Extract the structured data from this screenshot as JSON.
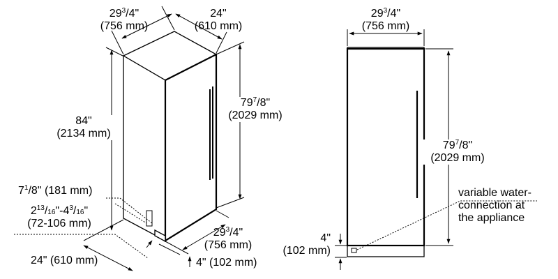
{
  "iso_view": {
    "top_width": {
      "whole": "29",
      "num": "3",
      "den": "4",
      "mm": "(756 mm)"
    },
    "top_depth": {
      "text": "24\"",
      "mm": "(610 mm)"
    },
    "overall_height": {
      "text": "84\"",
      "mm": "(2134 mm)"
    },
    "door_height": {
      "whole": "79",
      "num": "7",
      "den": "8",
      "mm": "(2029 mm)"
    },
    "toe_kick_height": {
      "whole": "7",
      "num": "1",
      "den": "8",
      "mm": "(181 mm)"
    },
    "toe_kick_range": {
      "w1": "2",
      "n1": "13",
      "d1": "16",
      "w2": "4",
      "n2": "3",
      "d2": "16",
      "mm": "(72-106 mm)"
    },
    "bottom_depth": {
      "text": "24\" (610 mm)"
    },
    "bottom_width": {
      "whole": "29",
      "num": "3",
      "den": "4",
      "mm": "(756 mm)"
    },
    "door_offset": {
      "text": "4\" (102 mm)"
    }
  },
  "front_view": {
    "width": {
      "whole": "29",
      "num": "3",
      "den": "4",
      "mm": "(756 mm)"
    },
    "height": {
      "whole": "79",
      "num": "7",
      "den": "8",
      "mm": "(2029 mm)"
    },
    "base_height": {
      "text": "4\"",
      "mm": "(102 mm)"
    },
    "water_note": [
      "variable water-",
      "connection at",
      "the appliance"
    ]
  }
}
